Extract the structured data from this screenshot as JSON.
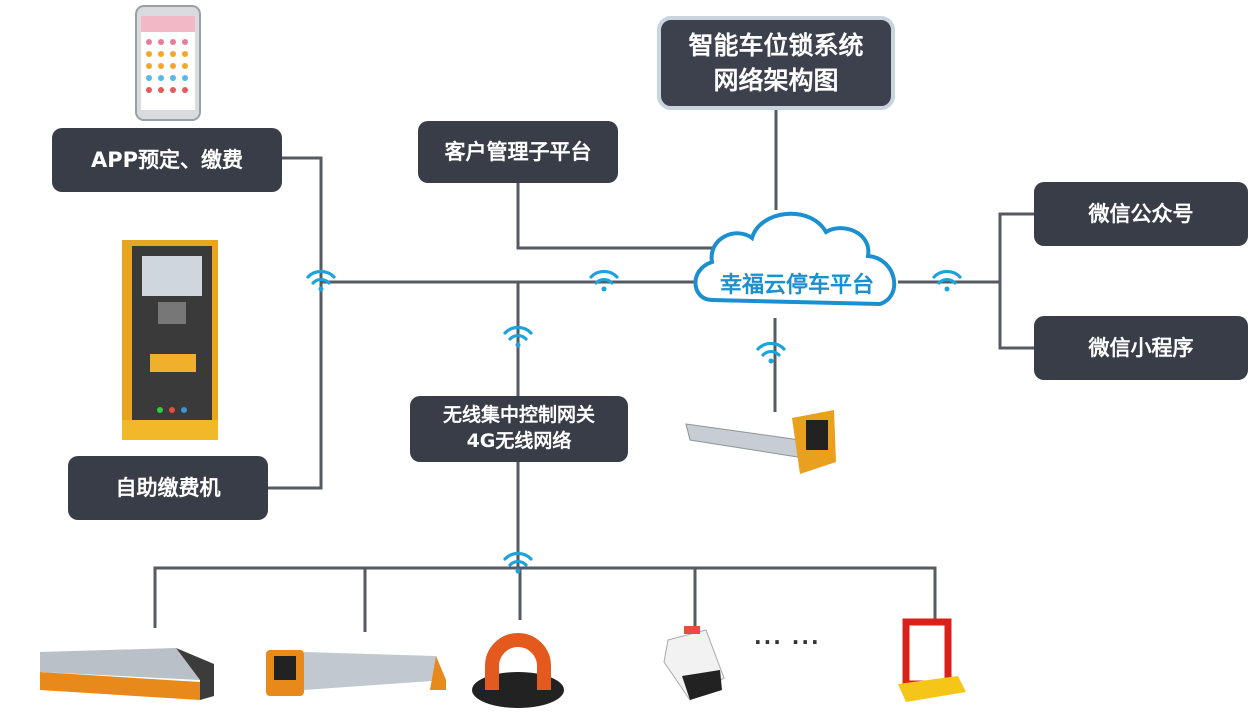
{
  "title": {
    "line1": "智能车位锁系统",
    "line2": "网络架构图"
  },
  "cloud": {
    "label": "幸福云停车平台"
  },
  "boxes": {
    "app": "APP预定、缴费",
    "kiosk": "自助缴费机",
    "customer_platform": "客户管理子平台",
    "wechat_official": "微信公众号",
    "wechat_mini": "微信小程序",
    "gateway_line1": "无线集中控制网关",
    "gateway_line2": "4G无线网络"
  },
  "ellipsis": "··· ···",
  "colors": {
    "box": "#383d48",
    "line": "#555a63",
    "wifi": "#1aa3dd",
    "cloud": "#1b8fd0",
    "device_orange": "#e8891c"
  }
}
